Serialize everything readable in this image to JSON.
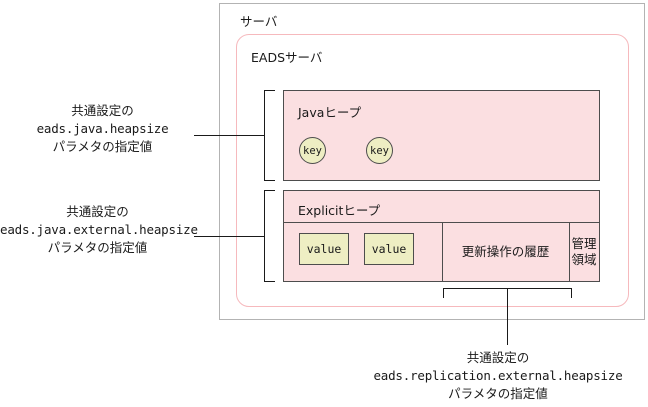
{
  "diagram": {
    "outer_frame": {
      "label": "サーバ"
    },
    "inner_frame": {
      "label": "EADSサーバ"
    },
    "java_heap": {
      "title": "Javaヒープ",
      "objects": [
        {
          "label": "key"
        },
        {
          "label": "key"
        }
      ]
    },
    "explicit_heap": {
      "title": "Explicitヒープ",
      "objects": [
        {
          "label": "value"
        },
        {
          "label": "value"
        }
      ],
      "regions": [
        {
          "label": "更新操作の履歴"
        },
        {
          "label_line1": "管理",
          "label_line2": "領域"
        }
      ]
    },
    "callouts": {
      "java_heap_size": {
        "line1": "共通設定の",
        "line2": "eads.java.heapsize",
        "line3": "パラメタの指定値"
      },
      "java_external_heap_size": {
        "line1": "共通設定の",
        "line2": "eads.java.external.heapsize",
        "line3": "パラメタの指定値"
      },
      "replication_external_heap_size": {
        "line1": "共通設定の",
        "line2": "eads.replication.external.heapsize",
        "line3": "パラメタの指定値"
      }
    },
    "colors": {
      "heap_fill": "#fbdfe1",
      "object_fill": "#eeeec3",
      "inner_frame_border": "#f6b9bd",
      "outer_frame_border": "#b3b3b3",
      "box_border": "#4d4d4d",
      "text": "#1a1a1a"
    }
  }
}
